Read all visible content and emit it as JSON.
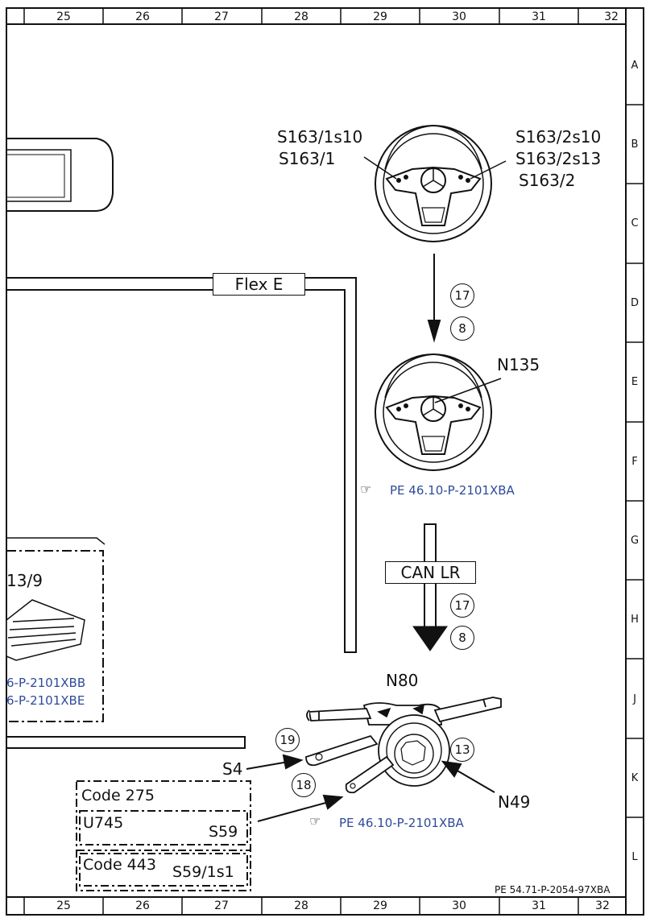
{
  "grid": {
    "columns": [
      "25",
      "26",
      "27",
      "28",
      "29",
      "30",
      "31",
      "32"
    ],
    "rows": [
      "A",
      "B",
      "C",
      "D",
      "E",
      "F",
      "G",
      "H",
      "J",
      "K",
      "L"
    ]
  },
  "labels": {
    "s163_1s10": "S163/1s10",
    "s163_1": "S163/1",
    "s163_2s10": "S163/2s10",
    "s163_2s13": "S163/2s13",
    "s163_2": "S163/2",
    "n135": "N135",
    "n80": "N80",
    "n49": "N49",
    "s4": "S4",
    "partial_133_9": "13/9"
  },
  "buses": {
    "flex_e": "Flex E",
    "can_lr": "CAN LR"
  },
  "circled_numbers": {
    "upper_17": "17",
    "upper_8": "8",
    "lower_17": "17",
    "lower_8": "8",
    "n80_19": "19",
    "n80_18": "18",
    "n49_13": "13"
  },
  "references": {
    "ref_n135": "PE 46.10-P-2101XBA",
    "ref_n80": "PE 46.10-P-2101XBA",
    "ref_left_1": "6-P-2101XBB",
    "ref_left_2": "6-P-2101XBE"
  },
  "code_box": {
    "code_275": "Code 275",
    "u745": "U745",
    "s59": "S59",
    "code_443": "Code 443",
    "s59_1s1": "S59/1s1"
  },
  "footer": {
    "doc_id": "PE 54.71-P-2054-97XBA"
  },
  "icons": [
    "pointing-hand-icon",
    "steering-wheel-icon",
    "control-unit-icon",
    "combination-switch-icon",
    "instrument-cluster-icon"
  ]
}
